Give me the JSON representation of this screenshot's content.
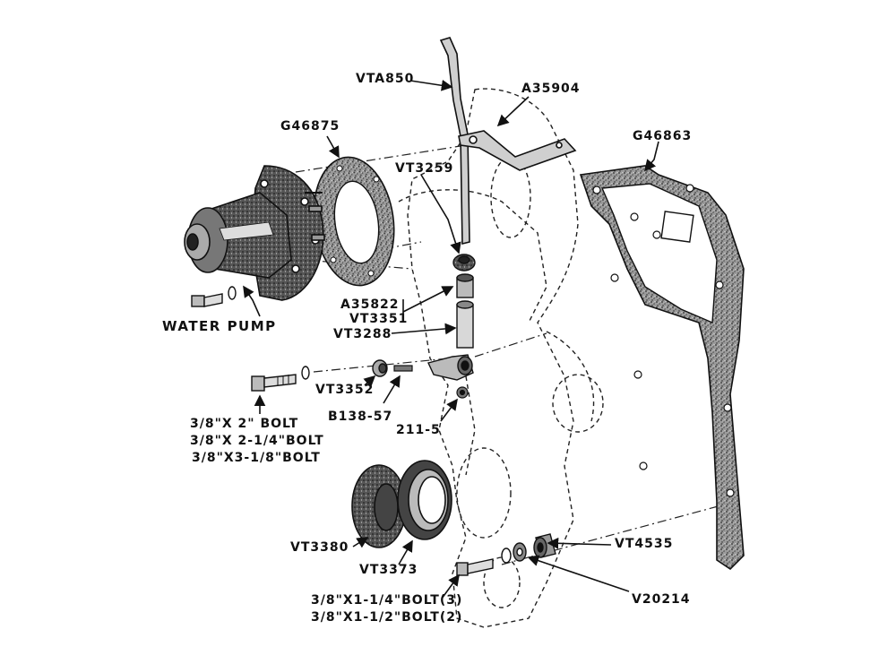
{
  "labels": {
    "vta850": "VTA850",
    "a35904": "A35904",
    "g46875": "G46875",
    "g46863": "G46863",
    "vt3259": "VT3259",
    "a35822": "A35822",
    "vt3351": "VT3351",
    "vt3288": "VT3288",
    "water_pump": "WATER PUMP",
    "vt3352": "VT3352",
    "b138_57": "B138-57",
    "bolt_2": "3/8\"X 2\" BOLT",
    "bolt_2_1_4": "3/8\"X 2-1/4\"BOLT",
    "bolt_3_1_8": "3/8\"X3-1/8\"BOLT",
    "p211_5": "211-5",
    "vt3380": "VT3380",
    "vt3373": "VT3373",
    "vt4535": "VT4535",
    "v20214": "V20214",
    "bolt_1_1_4": "3/8\"X1-1/4\"BOLT(3)",
    "bolt_1_1_2": "3/8\"X1-1/2\"BOLT(2)"
  },
  "colors": {
    "ink": "#111111",
    "paper": "#ffffff",
    "gasket_fill": "#8a8a8a",
    "pump_fill": "#6e6e6e"
  }
}
